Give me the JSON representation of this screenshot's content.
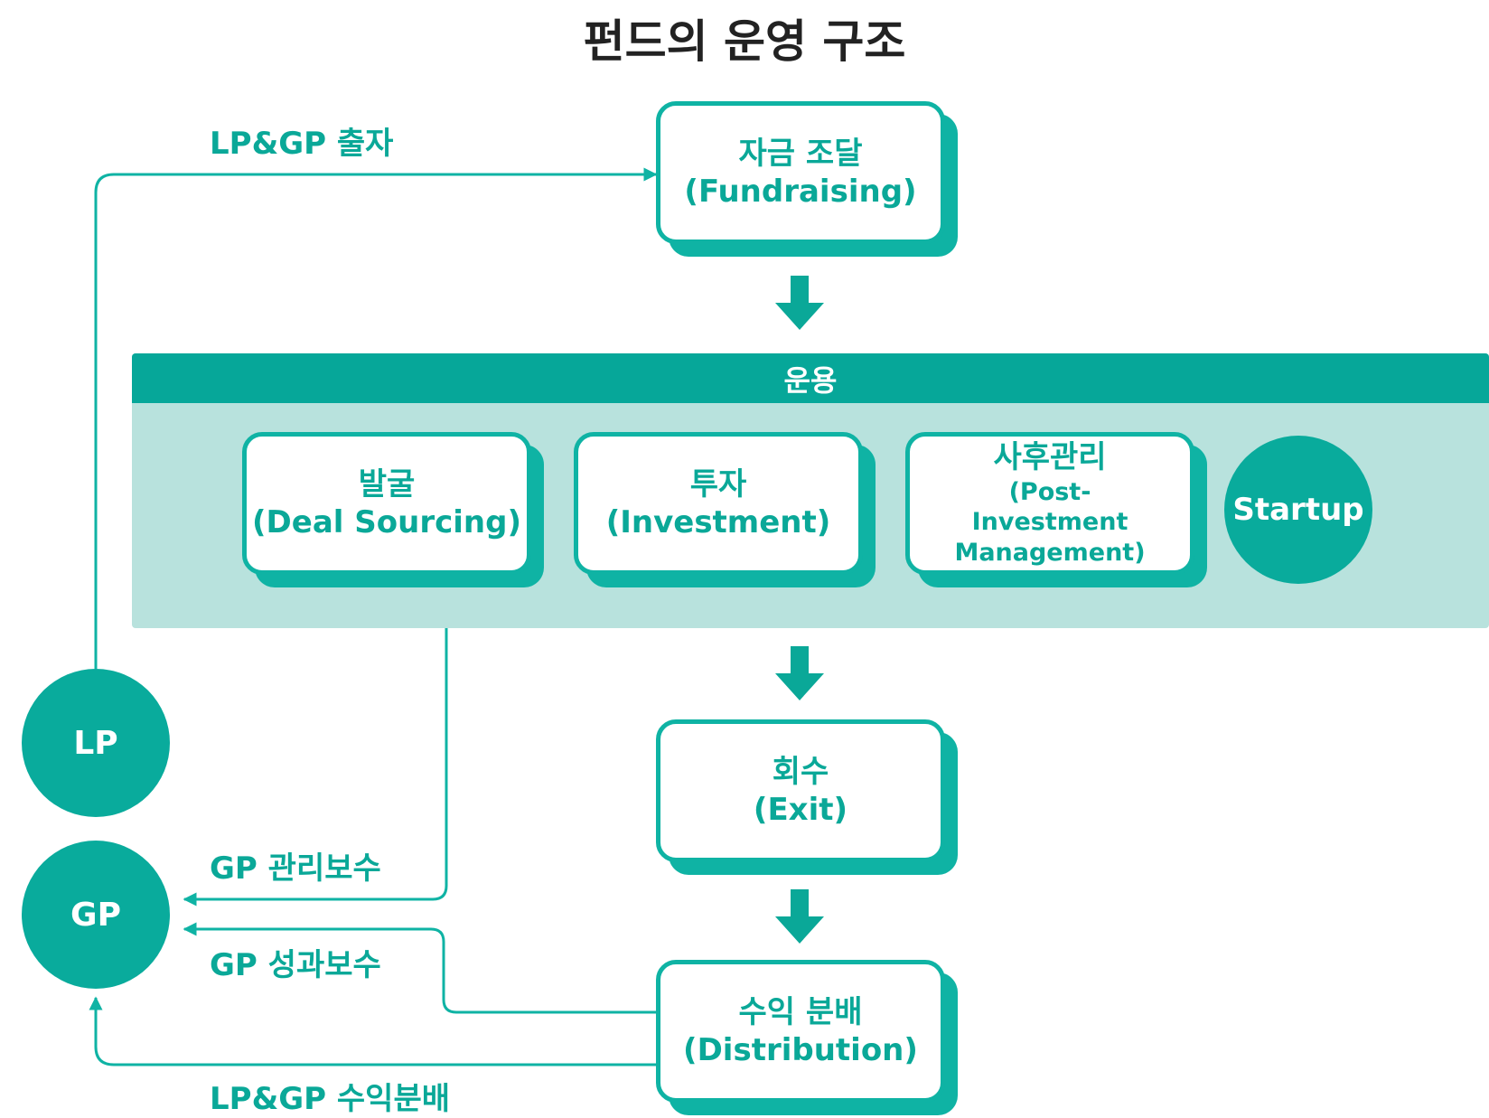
{
  "title": "펀드의 운영 구조",
  "colors": {
    "accent": "#0fb3a4",
    "band": "#b8e2dd",
    "band_header": "#06a799"
  },
  "fundraising": {
    "line1": "자금 조달",
    "line2": "(Fundraising)"
  },
  "operation": {
    "header": "운용",
    "deal_sourcing": {
      "line1": "발굴",
      "line2": "(Deal Sourcing)"
    },
    "investment": {
      "line1": "투자",
      "line2": "(Investment)"
    },
    "post_investment": {
      "line1": "사후관리",
      "line2": "(Post-Investment Management)"
    },
    "startup": "Startup"
  },
  "exit": {
    "line1": "회수",
    "line2": "(Exit)"
  },
  "distribution": {
    "line1": "수익 분배",
    "line2": "(Distribution)"
  },
  "lp": "LP",
  "gp": "GP",
  "labels": {
    "lp_gp_contribution": "LP&GP 출자",
    "gp_management_fee": "GP 관리보수",
    "gp_performance_fee": "GP 성과보수",
    "lp_gp_distribution": "LP&GP 수익분배"
  }
}
